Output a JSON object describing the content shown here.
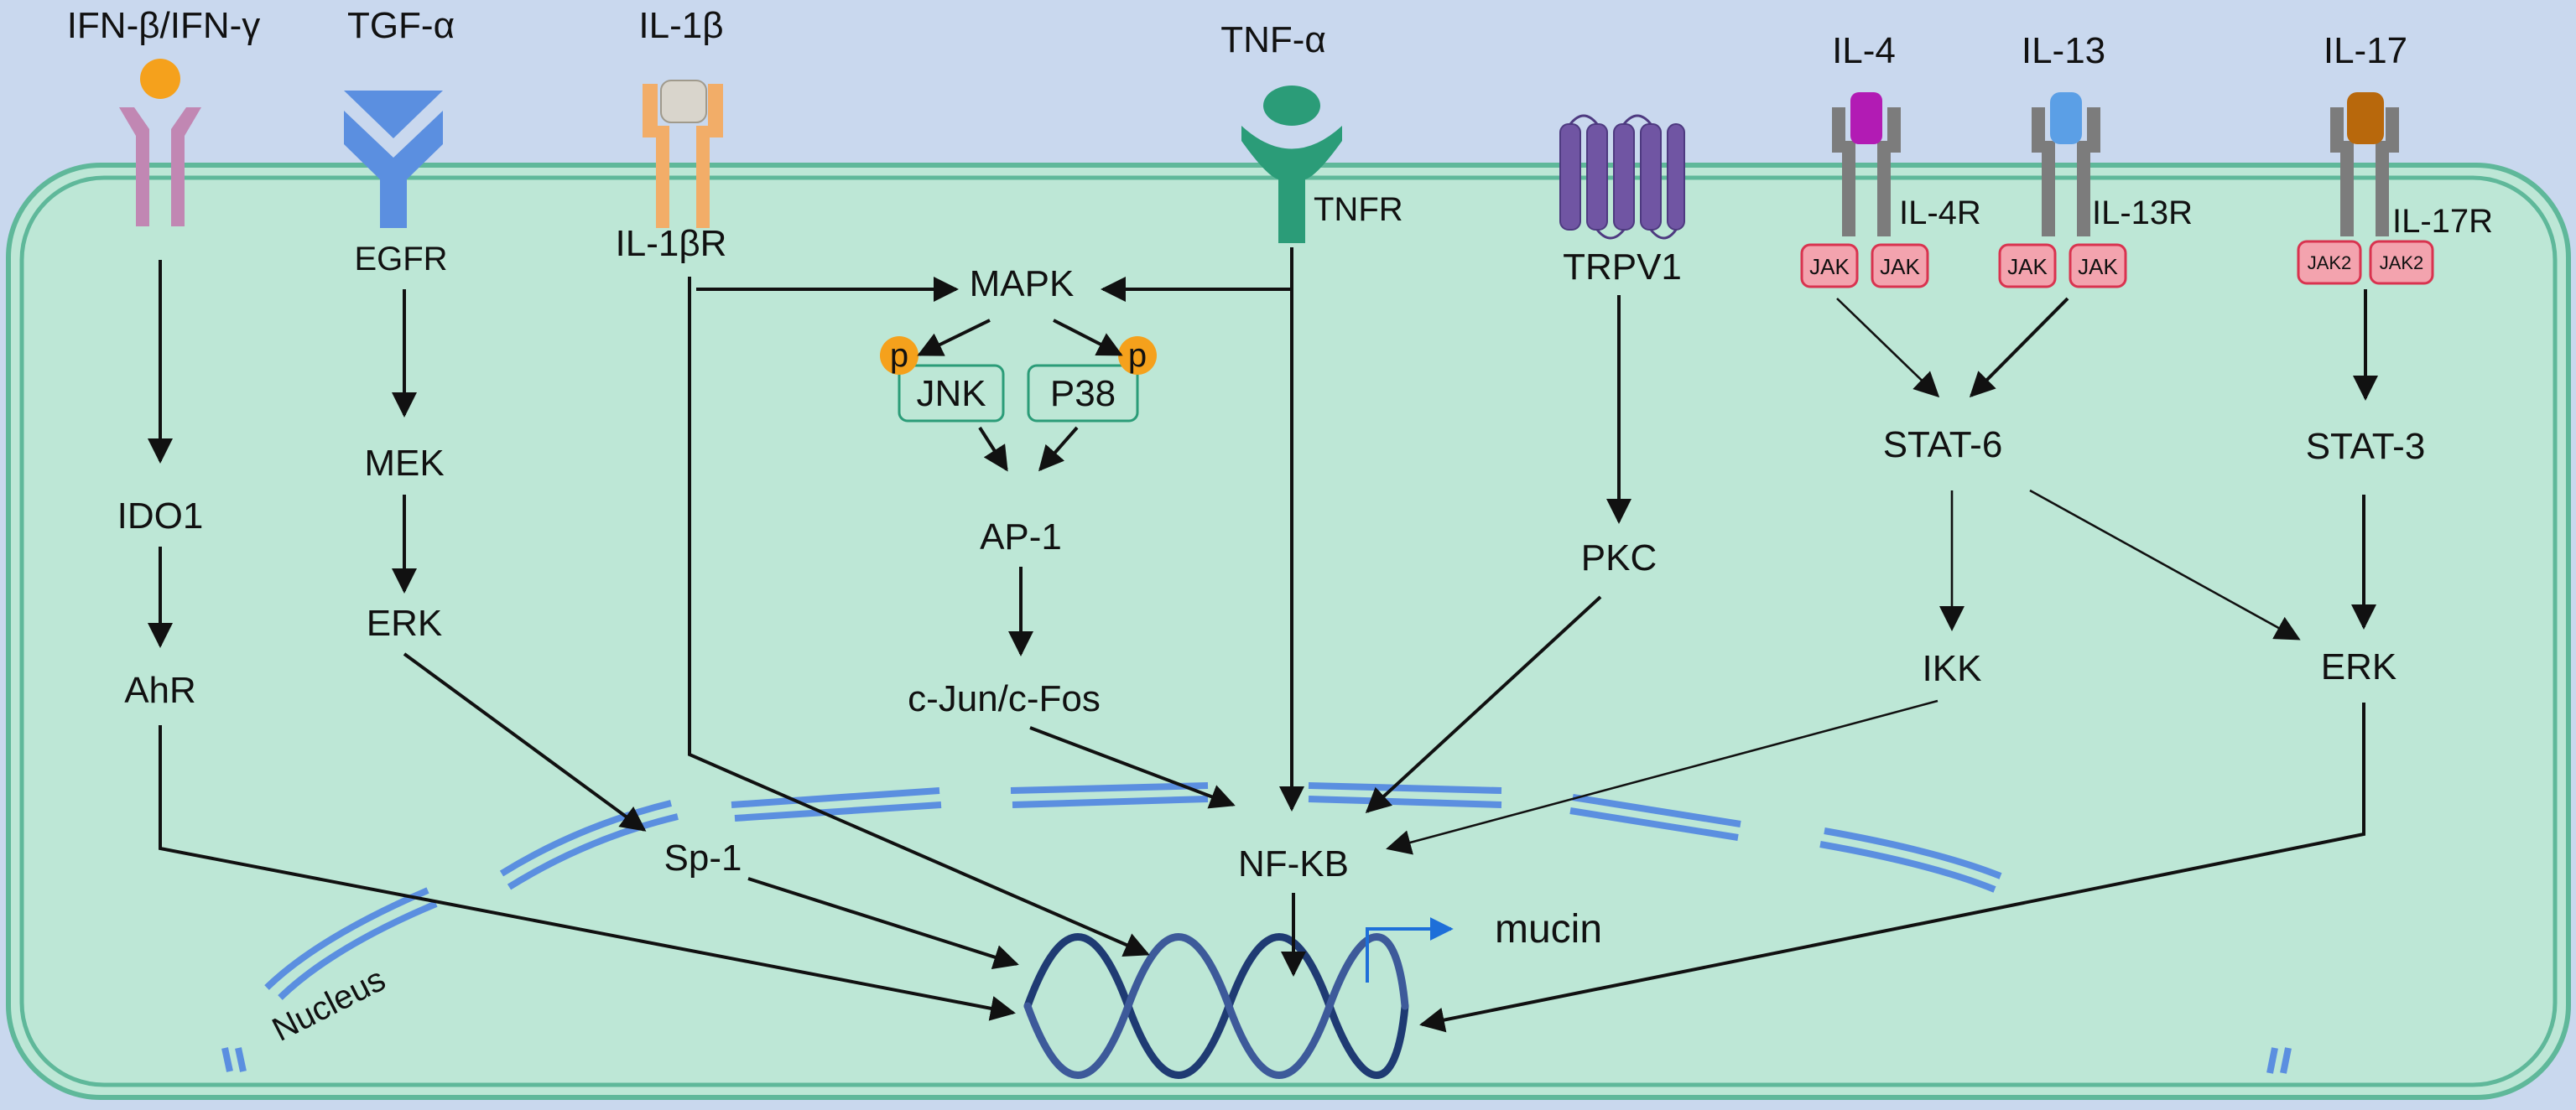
{
  "colors": {
    "background": "#c9d8ee",
    "cytoplasm": "#bde7d6",
    "membrane": "#5fb89a",
    "nucleus_envelope": "#5b8fe0",
    "dna": "#1f3b73",
    "mucin_arrow": "#1e6fd9",
    "jak_fill": "#f3a3ae",
    "jak_stroke": "#d9334f",
    "phospho": "#f5a11c"
  },
  "ligands": {
    "ifn": "IFN-β/IFN-γ",
    "tgf": "TGF-α",
    "il1b": "IL-1β",
    "tnf": "TNF-α",
    "il4": "IL-4",
    "il13": "IL-13",
    "il17": "IL-17"
  },
  "receptors": {
    "egfr": "EGFR",
    "il1br": "IL-1βR",
    "tnfr": "TNFR",
    "trpv1": "TRPV1",
    "il4r": "IL-4R",
    "il13r": "IL-13R",
    "il17r": "IL-17R"
  },
  "kinases": {
    "jak": "JAK",
    "jak2": "JAK2",
    "phospho": "p"
  },
  "nodes": {
    "ido1": "IDO1",
    "ahr": "AhR",
    "mek": "MEK",
    "erk_left": "ERK",
    "mapk": "MAPK",
    "jnk": "JNK",
    "p38": "P38",
    "ap1": "AP-1",
    "cjun": "c-Jun/c-Fos",
    "pkc": "PKC",
    "stat6": "STAT-6",
    "ikk": "IKK",
    "stat3": "STAT-3",
    "erk_right": "ERK",
    "sp1": "Sp-1",
    "nfkb": "NF-KB",
    "nucleus": "Nucleus",
    "mucin": "mucin"
  }
}
